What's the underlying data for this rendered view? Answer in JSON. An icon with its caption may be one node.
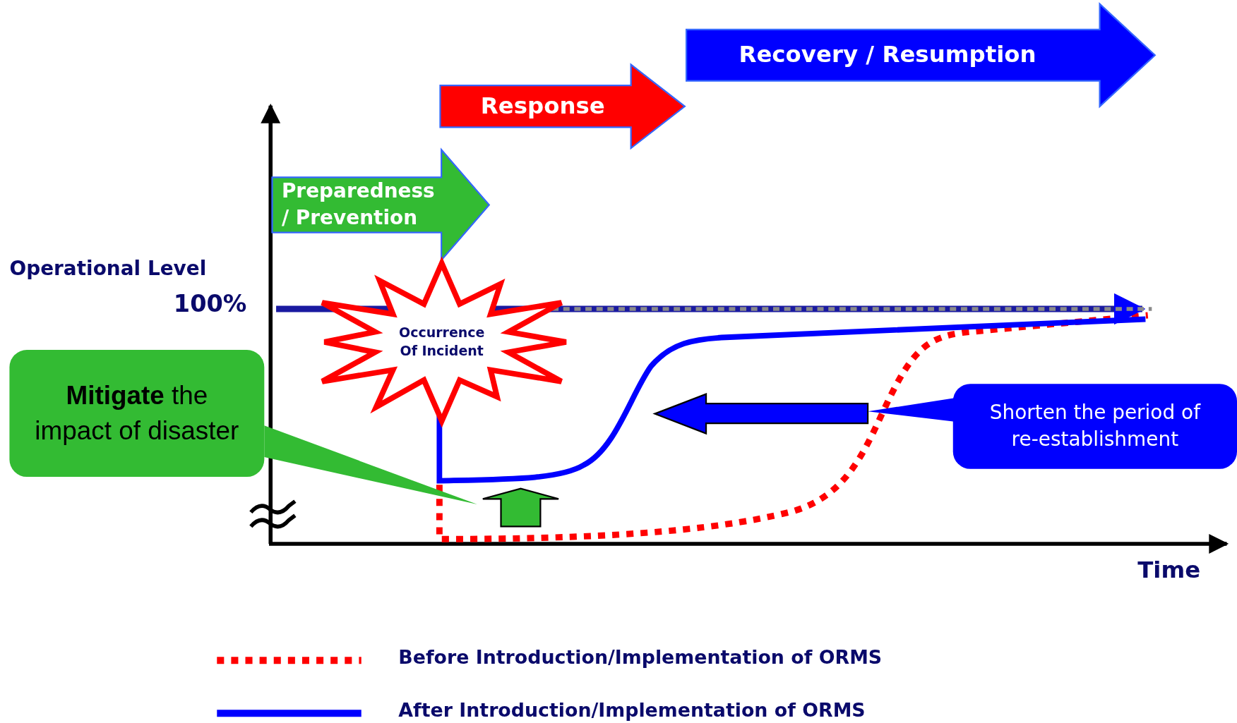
{
  "diagram": {
    "nodes": [
      {
        "text": [
          "Preparedness / Prevention"
        ]
      },
      {
        "text": [
          "Response"
        ]
      },
      {
        "text": [
          "Recovery / Resumption"
        ]
      },
      {
        "text": [
          "Occurrence Of Incident"
        ]
      },
      {
        "text": [
          "**Mitigate** the impact of disaster"
        ]
      },
      {
        "text": [
          "Shorten the period of re-establishment"
        ]
      }
    ],
    "edges": [
      {
        "from": 4,
        "to": null,
        "arrow": "to"
      },
      {
        "from": 5,
        "to": null,
        "arrow": "to"
      }
    ],
    "labels": [
      "Operational Level",
      "100%",
      "Time"
    ],
    "legend": [
      {
        "text": "Before Introduction/Implementation of ORMS"
      },
      {
        "text": "After Introduction/Implementation of ORMS"
      }
    ]
  }
}
